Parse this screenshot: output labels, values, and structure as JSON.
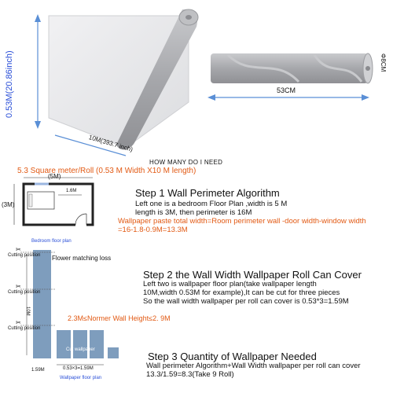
{
  "dimensions": {
    "roll_height_label": "0.53M(20.86inch)",
    "roll_length_label": "10M(393.7 inch)",
    "roll_width_label": "53CM",
    "roll_diameter_label": "Φ8CM"
  },
  "how_many": {
    "heading": "HOW MANY DO I NEED",
    "coverage": "5.3 Square meter/Roll (0.53 M Width X10 M length)"
  },
  "floor_plan": {
    "top_dim": "(5M)",
    "side_dim": "(3M)",
    "inner_dim": "1.6M",
    "caption": "Bedroom floor plan"
  },
  "step1": {
    "title": "Step 1 Wall Perimeter Algorithm",
    "line1": "Left one is a bedroom Floor Plan ,width is 5 M",
    "line2": "length is 3M, then perimeter is 16M",
    "line3": "Wallpaper paste total width=Room perimeter wall -door width-window width",
    "line4": "=16-1.8-0.9M=13.3M"
  },
  "wallpaper_plan": {
    "flower_label": "Flower matching loss",
    "cutting_label": "Cutting position",
    "height_note": "2.3M≤Normer Wall Height≤2. 9M",
    "cut_label": "Cut wallpaper",
    "vertical_dim": "10M",
    "bottom_dim": "0.53×3=1.59M",
    "bottom_dim2": "1.59M",
    "caption": "Wallpaper floor plan"
  },
  "step2": {
    "title": "Step 2 the Wall Width Wallpaper Roll Can Cover",
    "line1": "Left two is wallpaper floor plan(take wallpaper length",
    "line2": "10M,width 0.53M for example),It can be cut for three pieces",
    "line3": "So the wall width wallpaper per roll can cover is  0.53*3=1.59M"
  },
  "step3": {
    "title": "Step 3 Quantity of  Wallpaper Needed",
    "line1": "Wall perimeter Algorithm+Wall Width wallpaper per roll can cover",
    "line2": "13.3/1.59=8.3(Take 9 Roll)"
  }
}
